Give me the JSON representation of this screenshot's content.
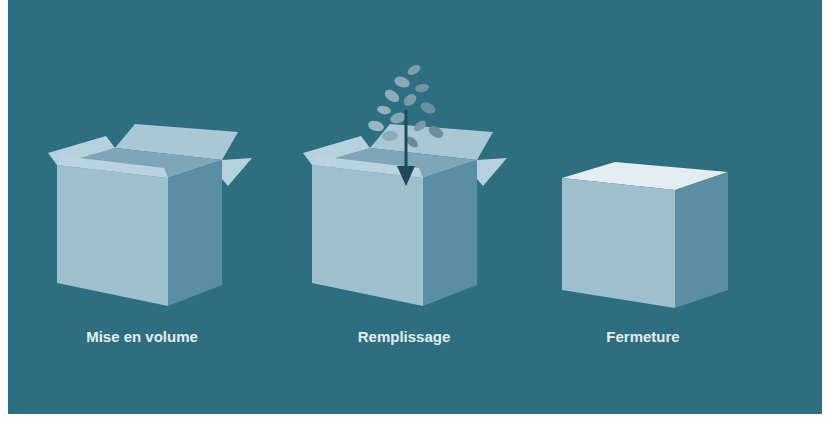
{
  "diagram": {
    "labels": [
      "Mise en volume",
      "Remplissage",
      "Fermeture"
    ]
  }
}
